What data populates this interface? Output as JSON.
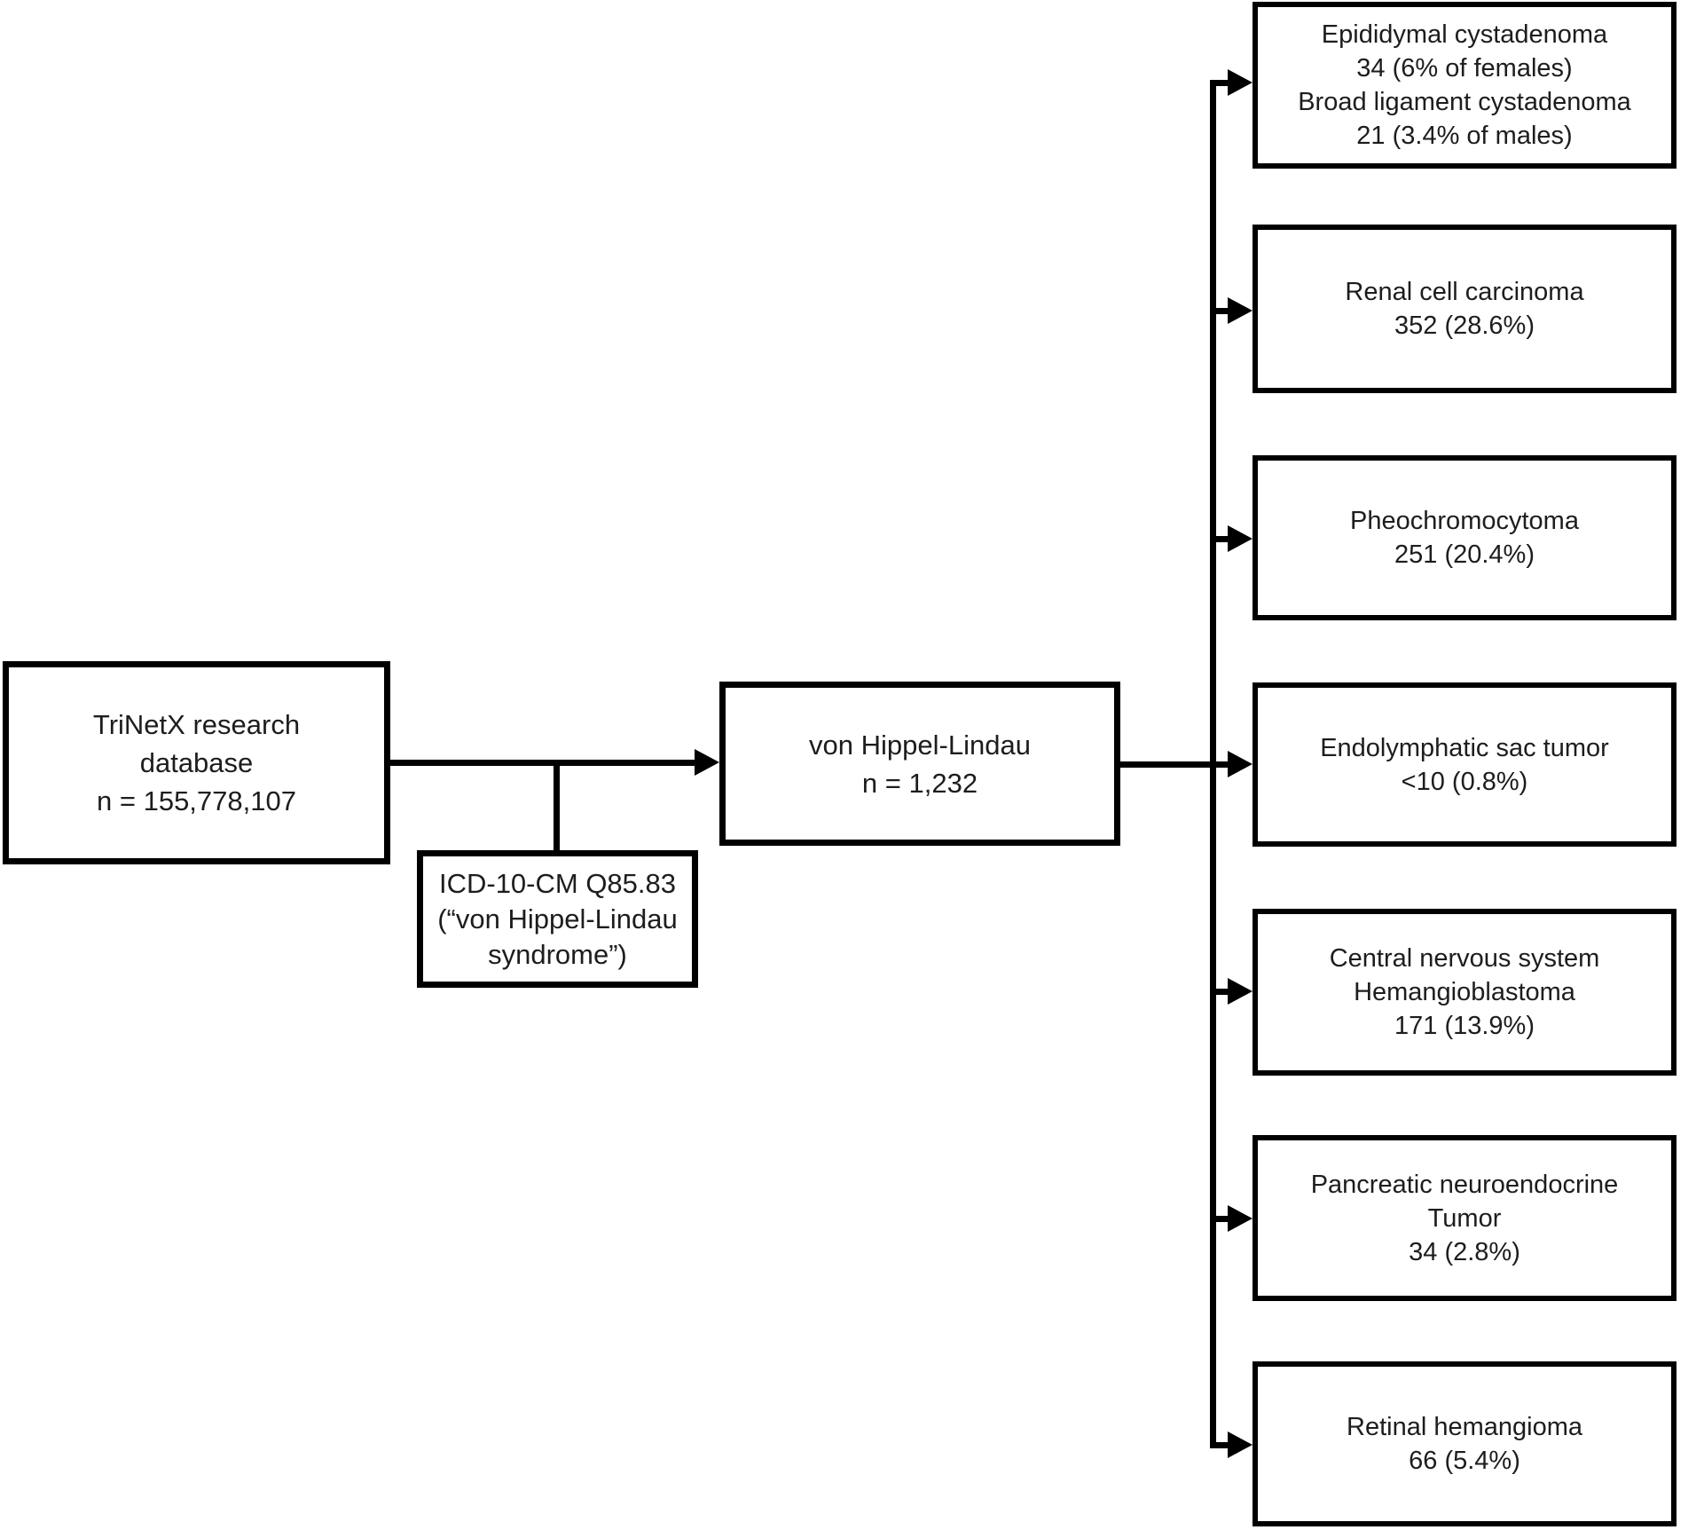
{
  "flowchart": {
    "source_box": {
      "lines": [
        "TriNetX research",
        "database",
        "n = 155,778,107"
      ]
    },
    "filter_box": {
      "lines": [
        "ICD-10-CM Q85.83",
        "(“von Hippel-Lindau",
        "syndrome”)"
      ]
    },
    "cohort_box": {
      "lines": [
        "von Hippel-Lindau",
        "n = 1,232"
      ]
    },
    "outcome_boxes": [
      {
        "id": "epididymal-broad-ligament-cystadenoma",
        "lines": [
          "Epididymal cystadenoma",
          "34 (6% of females)",
          "Broad ligament cystadenoma",
          "21 (3.4% of males)"
        ]
      },
      {
        "id": "renal-cell-carcinoma",
        "lines": [
          "Renal cell carcinoma",
          "352 (28.6%)"
        ]
      },
      {
        "id": "pheochromocytoma",
        "lines": [
          "Pheochromocytoma",
          "251 (20.4%)"
        ]
      },
      {
        "id": "endolymphatic-sac-tumor",
        "lines": [
          "Endolymphatic sac tumor",
          "<10 (0.8%)"
        ]
      },
      {
        "id": "cns-hemangioblastoma",
        "lines": [
          "Central nervous system",
          "Hemangioblastoma",
          "171 (13.9%)"
        ]
      },
      {
        "id": "pancreatic-neuroendocrine-tumor",
        "lines": [
          "Pancreatic neuroendocrine",
          "Tumor",
          "34 (2.8%)"
        ]
      },
      {
        "id": "retinal-hemangioma",
        "lines": [
          "Retinal hemangioma",
          "66 (5.4%)"
        ]
      }
    ],
    "colors": {
      "line": "#000000",
      "text": "#1d1d1d",
      "background": "#ffffff"
    }
  }
}
